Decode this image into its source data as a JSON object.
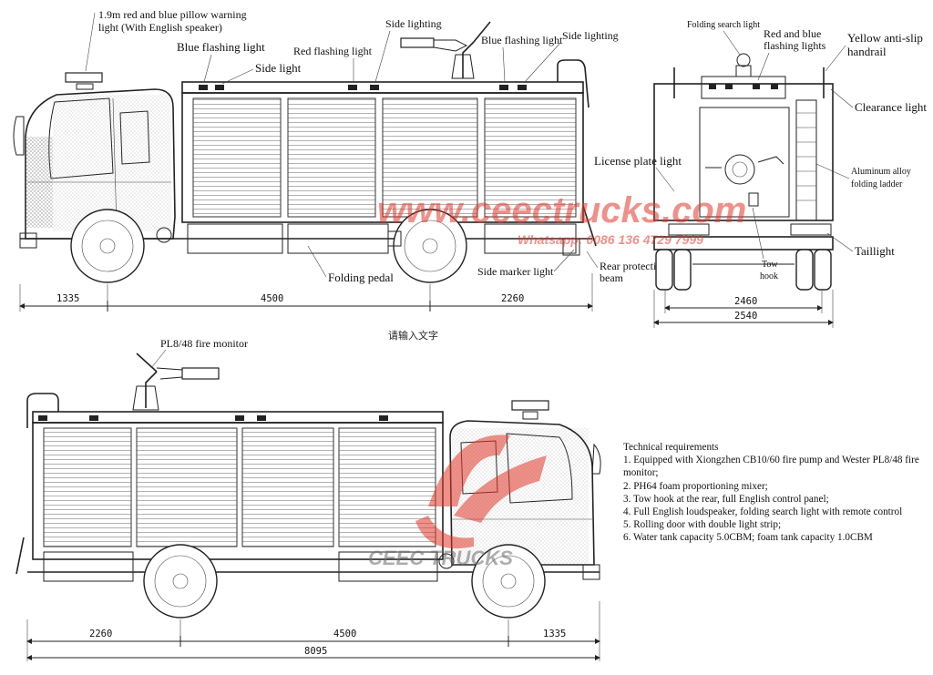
{
  "labels": {
    "warning_light_1": "1.9m red and blue pillow warning",
    "warning_light_2": "light (With English speaker)",
    "blue_flashing_light_left": "Blue flashing light",
    "side_light_left": "Side light",
    "red_flashing_light": "Red flashing light",
    "side_lighting_top": "Side lighting",
    "blue_flashing_light_right": "Blue flashing light",
    "side_lighting_right": "Side lighting",
    "folding_pedal": "Folding pedal",
    "side_marker_light": "Side marker light",
    "rear_protective_beam_1": "Rear protective",
    "rear_protective_beam_2": "beam",
    "license_plate_light": "License plate light",
    "folding_search_light": "Folding search light",
    "red_blue_flashing_1": "Red and blue",
    "red_blue_flashing_2": "flashing lights",
    "yellow_handrail_1": "Yellow anti-slip",
    "yellow_handrail_2": "handrail",
    "clearance_light": "Clearance light",
    "aluminum_ladder_1": "Aluminum alloy",
    "aluminum_ladder_2": "folding ladder",
    "taillight": "Taillight",
    "tow_hook_1": "Tow",
    "tow_hook_2": "hook",
    "fire_monitor": "PL8/48 fire monitor",
    "placeholder_cn": "请输入文字"
  },
  "dimensions": {
    "top_front": "1335",
    "top_wheelbase": "4500",
    "top_rear": "2260",
    "rear_track": "2460",
    "rear_width": "2540",
    "bottom_rear": "2260",
    "bottom_wheelbase": "4500",
    "bottom_front": "1335",
    "bottom_total": "8095"
  },
  "watermark": {
    "site": "www.ceectrucks.com",
    "whatsapp": "Whatsapp: 0086 136 4729 7999",
    "brand": "CEEC TRUCKS",
    "color_blue": "#4a82c6",
    "color_red": "#e0392b"
  },
  "technical": {
    "heading": "Technical requirements",
    "items": [
      "1. Equipped with Xiongzhen CB10/60 fire pump and Wester PL8/48 fire monitor;",
      "2. PH64 foam proportioning mixer;",
      "3. Tow hook at the rear, full English control panel;",
      "4. Full English loudspeaker, folding search light with remote control",
      "5. Rolling door with double light strip;",
      "6. Water tank capacity 5.0CBM; foam tank capacity 1.0CBM"
    ]
  }
}
